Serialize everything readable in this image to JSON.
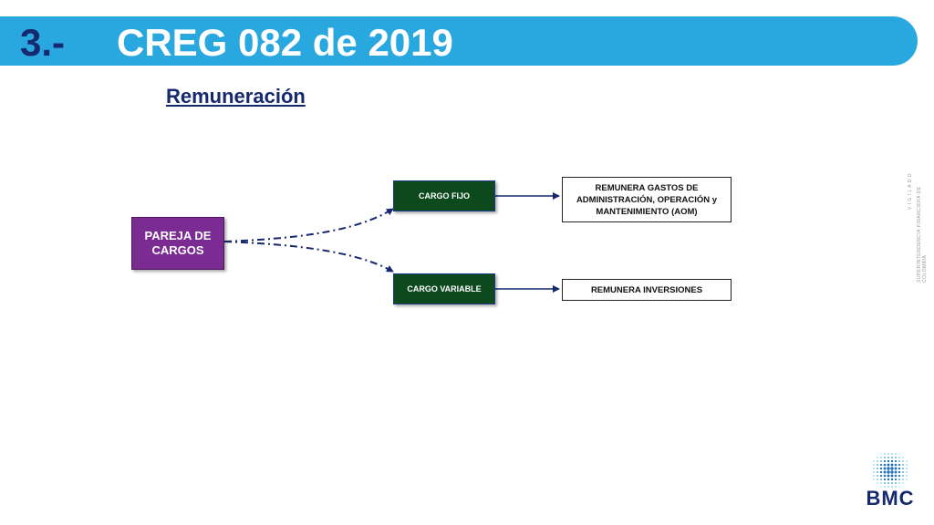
{
  "header": {
    "number": "3.-",
    "title": "CREG 082 de 2019"
  },
  "subtitle": "Remuneración",
  "diagram": {
    "source": "PAREJA DE CARGOS",
    "branches": [
      {
        "label": "CARGO FIJO",
        "result": "REMUNERA GASTOS DE ADMINISTRACIÓN, OPERACIÓN y MANTENIMIENTO (AOM)"
      },
      {
        "label": "CARGO VARIABLE",
        "result": "REMUNERA INVERSIONES"
      }
    ]
  },
  "side_mark": {
    "vigilado": "V I G I L A D O",
    "entity": "SUPERINTENDENCIA FINANCIERA DE COLOMBIA"
  },
  "logo": {
    "text": "BMC",
    "icon": "bmc-dotted-sphere-icon"
  },
  "colors": {
    "banner": "#29a8e0",
    "navy": "#16286e",
    "purple": "#7a2c92",
    "green": "#0c4a1e"
  }
}
